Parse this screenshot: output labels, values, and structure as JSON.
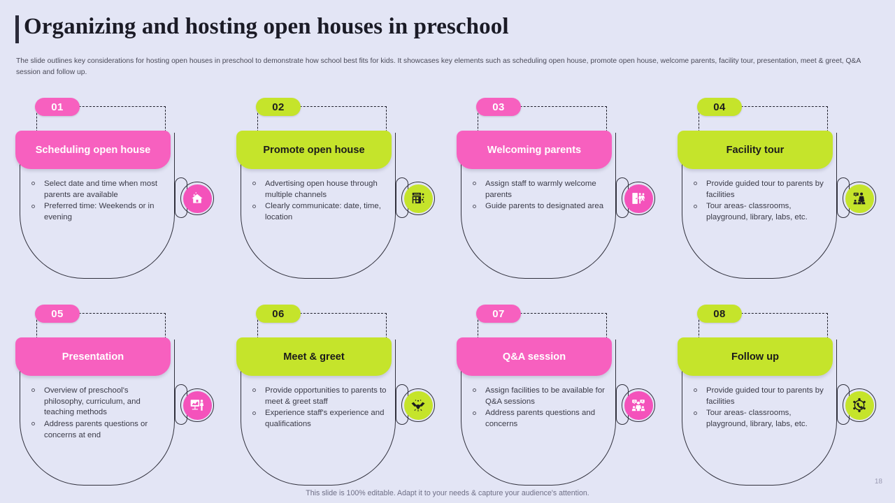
{
  "header": {
    "title": "Organizing and hosting open houses in preschool",
    "subtitle": "The slide outlines key considerations for hosting open houses in preschool to demonstrate how school best fits for kids. It showcases key elements such as scheduling open house, promote open house, welcome parents, facility tour, presentation, meet & greet, Q&A session and follow up."
  },
  "colors": {
    "background": "#e3e5f5",
    "pink": "#f760bf",
    "green": "#c5e42b",
    "outline": "#30303c",
    "title": "#1b1b26"
  },
  "cards": [
    {
      "number": "01",
      "title": "Scheduling open house",
      "theme": "pink",
      "icon": "house-sparkle-icon",
      "bullets": [
        "Select date and time when most parents are available",
        "Preferred time: Weekends or in evening"
      ]
    },
    {
      "number": "02",
      "title": "Promote open house",
      "theme": "green",
      "icon": "open-shop-sign-icon",
      "bullets": [
        "Advertising open house through multiple channels",
        "Clearly communicate: date, time, location"
      ]
    },
    {
      "number": "03",
      "title": "Welcoming parents",
      "theme": "pink",
      "icon": "door-welcome-people-icon",
      "bullets": [
        "Assign staff to warmly welcome parents",
        "Guide parents to designated area"
      ]
    },
    {
      "number": "04",
      "title": "Facility tour",
      "theme": "green",
      "icon": "presenter-with-audience-icon",
      "bullets": [
        "Provide guided tour to parents by facilities",
        "Tour areas- classrooms, playground, library, labs, etc."
      ]
    },
    {
      "number": "05",
      "title": "Presentation",
      "theme": "pink",
      "icon": "presentation-board-icon",
      "bullets": [
        "Overview of preschool's philosophy, curriculum, and teaching methods",
        "Address parents questions or concerns at end"
      ]
    },
    {
      "number": "06",
      "title": "Meet & greet",
      "theme": "green",
      "icon": "handshake-icon",
      "bullets": [
        "Provide opportunities to parents to meet & greet staff",
        "Experience staff's experience and qualifications"
      ]
    },
    {
      "number": "07",
      "title": "Q&A session",
      "theme": "pink",
      "icon": "question-answer-person-icon",
      "bullets": [
        "Assign facilities to be available for Q&A sessions",
        "Address parents questions and concerns"
      ]
    },
    {
      "number": "08",
      "title": "Follow up",
      "theme": "green",
      "icon": "phone-network-icon",
      "bullets": [
        "Provide guided tour to parents by facilities",
        "Tour areas- classrooms, playground, library, labs, etc."
      ]
    }
  ],
  "footer": {
    "note": "This slide is 100% editable. Adapt it to your needs & capture your audience's attention.",
    "page_number": "18"
  }
}
